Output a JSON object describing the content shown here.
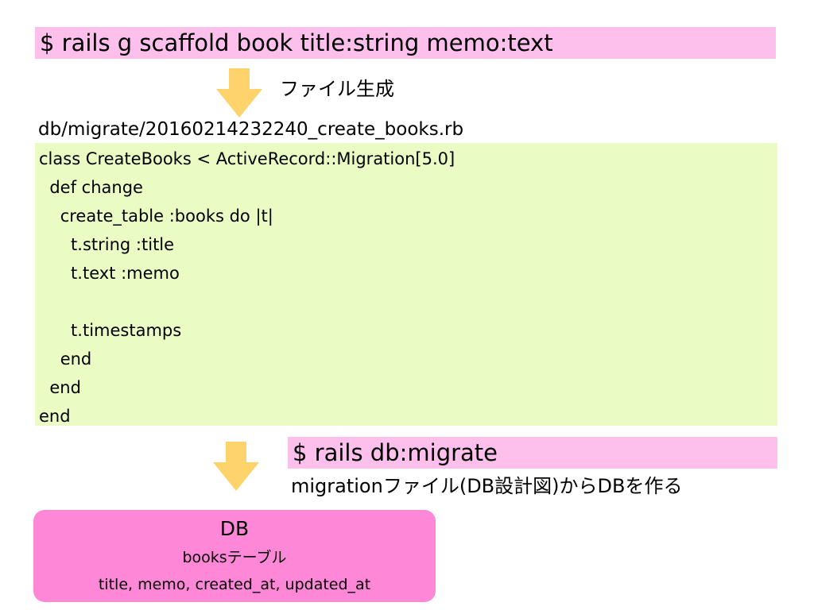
{
  "commands": {
    "scaffold": "$ rails g scaffold book title:string memo:text",
    "migrate": "$ rails db:migrate"
  },
  "labels": {
    "file_generation": "ファイル生成",
    "file_path": "db/migrate/20160214232240_create_books.rb",
    "migrate_description": "migrationファイル(DB設計図)からDBを作る"
  },
  "code": {
    "lines": [
      "class CreateBooks < ActiveRecord::Migration[5.0]",
      "  def change",
      "    create_table :books do |t|",
      "      t.string :title",
      "      t.text :memo",
      "",
      "      t.timestamps",
      "    end",
      "  end",
      "end"
    ]
  },
  "db": {
    "title": "DB",
    "table": "booksテーブル",
    "columns": "title, memo, created_at, updated_at"
  },
  "colors": {
    "command_bar": "#fdc0ec",
    "code_background": "#ebfbc4",
    "arrow": "#ffd36b",
    "db_box": "#ff87d8"
  }
}
